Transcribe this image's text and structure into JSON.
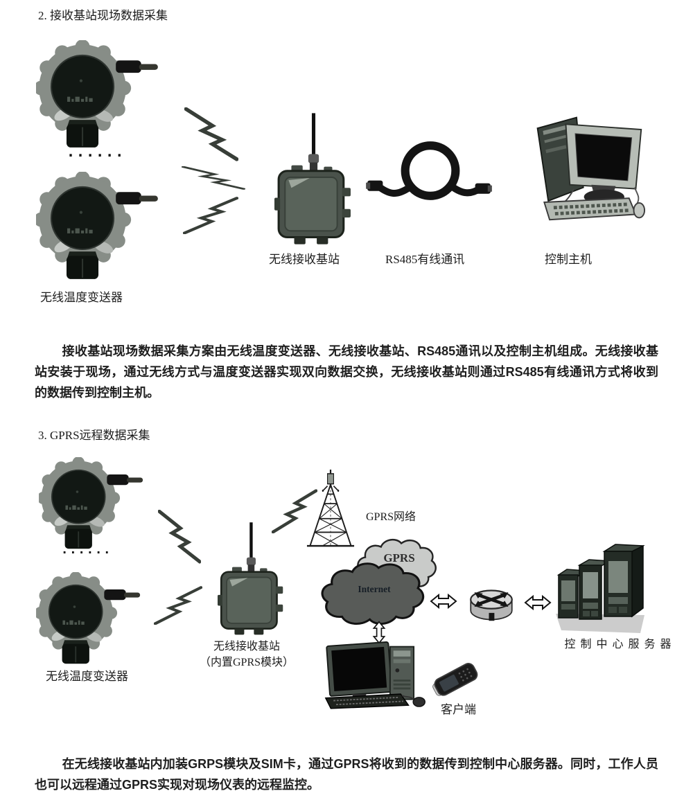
{
  "colors": {
    "page_bg": "#ffffff",
    "text": "#1e1e1e",
    "cloud_gprs_fill": "#c9cbc9",
    "cloud_internet_fill": "#585b58",
    "device_gray": "#878d87"
  },
  "section2": {
    "heading": "2. 接收基站现场数据采集",
    "diagram": {
      "transmitter_label": "无线温度变送器",
      "dots": "......",
      "base_station_label": "无线接收基站",
      "cable_label": "RS485有线通讯",
      "host_label": "控制主机"
    },
    "paragraph": "接收基站现场数据采集方案由无线温度变送器、无线接收基站、RS485通讯以及控制主机组成。无线接收基站安装于现场，通过无线方式与温度变送器实现双向数据交换，无线接收基站则通过RS485有线通讯方式将收到的数据传到控制主机。"
  },
  "section3": {
    "heading": "3. GPRS远程数据采集",
    "diagram": {
      "transmitter_label": "无线温度变送器",
      "dots": "......",
      "base_station_label_line1": "无线接收基站",
      "base_station_label_line2": "（内置GPRS模块）",
      "network_label": "GPRS网络",
      "gprs_cloud_label": "GPRS",
      "internet_cloud_label": "Internet",
      "server_label": "控制中心服务器",
      "client_label": "客户端"
    },
    "paragraph": "在无线接收基站内加装GRPS模块及SIM卡，通过GPRS将收到的数据传到控制中心服务器。同时，工作人员也可以远程通过GPRS实现对现场仪表的远程监控。"
  }
}
